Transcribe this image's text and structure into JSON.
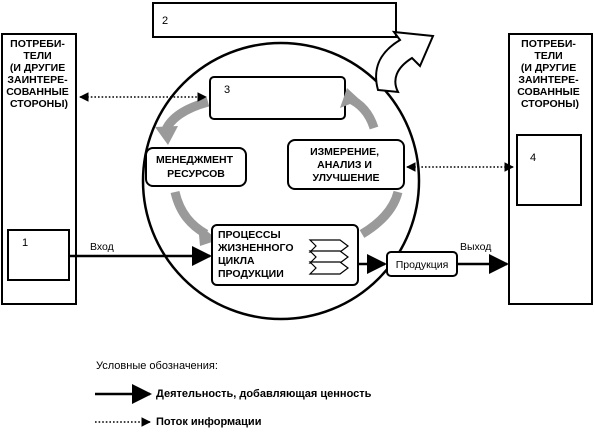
{
  "customers_left": [
    "ПОТРЕБИ-",
    "ТЕЛИ",
    "(И ДРУГИЕ",
    "ЗАИНТЕРЕ-",
    "СОВАННЫЕ",
    "СТОРОНЫ)"
  ],
  "customers_right": [
    "ПОТРЕБИ-",
    "ТЕЛИ",
    "(И ДРУГИЕ",
    "ЗАИНТЕРЕ-",
    "СОВАННЫЕ",
    "СТОРОНЫ)"
  ],
  "box_numbers": {
    "top": "2",
    "center_top": "3",
    "right": "4",
    "left": "1"
  },
  "resource_mgmt": [
    "МЕНЕДЖМЕНТ",
    "РЕСУРСОВ"
  ],
  "measurement": [
    "ИЗМЕРЕНИЕ,",
    "АНАЛИЗ И",
    "УЛУЧШЕНИЕ"
  ],
  "processes": [
    "ПРОЦЕССЫ",
    "ЖИЗНЕННОГО",
    "ЦИКЛА",
    "ПРОДУКЦИИ"
  ],
  "product_label": "Продукция",
  "input_label": "Вход",
  "output_label": "Выход",
  "legend": {
    "title": "Условные обозначения:",
    "value_activity": "Деятельность, добавляющая ценность",
    "info_flow": "Поток информации"
  }
}
